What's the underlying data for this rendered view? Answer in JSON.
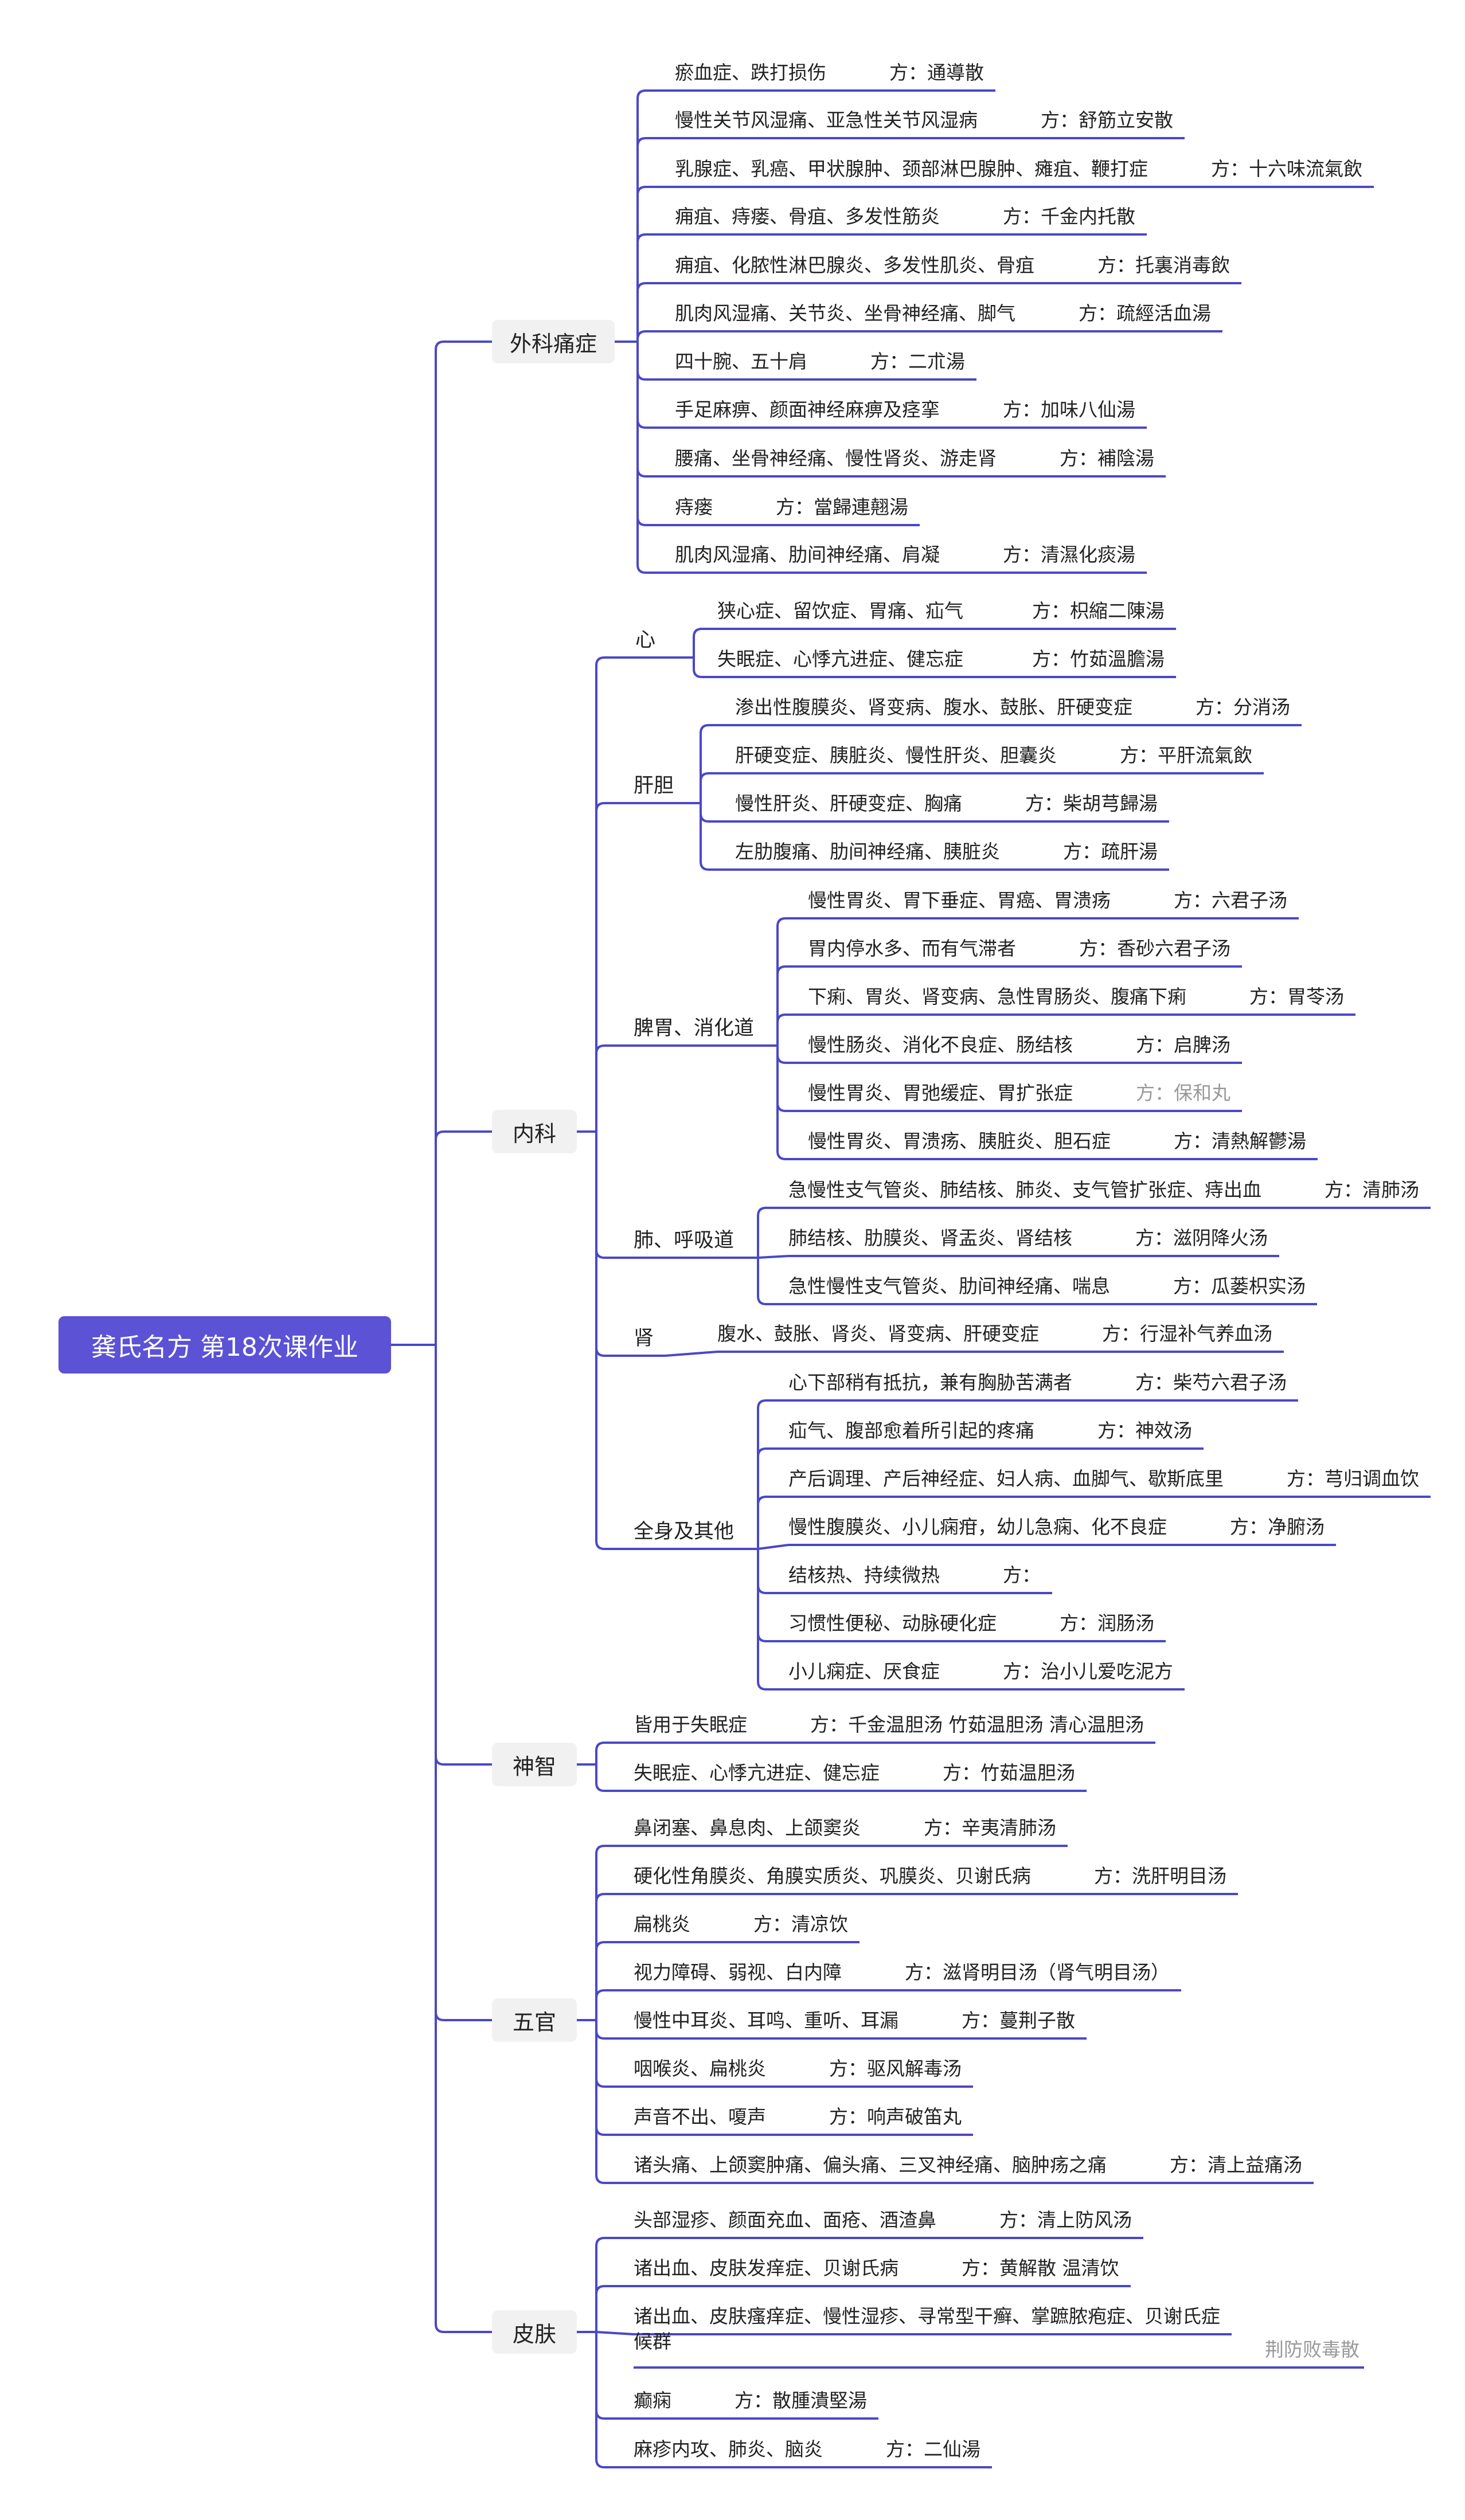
{
  "mindmap": {
    "root": "龚氏名方 第18次课作业",
    "line_color": "#4a47c9",
    "root_color": "#5b52d6",
    "categories": [
      {
        "label": "外科痛症",
        "items": [
          {
            "condition": "瘀血症、跌打损伤",
            "formula": "方：通導散"
          },
          {
            "condition": "慢性关节风湿痛、亚急性关节风湿病",
            "formula": "方：舒筋立安散"
          },
          {
            "condition": "乳腺症、乳癌、甲状腺肿、颈部淋巴腺肿、瘫疽、鞭打症",
            "formula": "方：十六味流氣飲"
          },
          {
            "condition": "痈疽、痔瘘、骨疽、多发性筋炎",
            "formula": "方：千金内托散"
          },
          {
            "condition": "痈疽、化脓性淋巴腺炎、多发性肌炎、骨疽",
            "formula": "方：托裏消毒飲"
          },
          {
            "condition": "肌肉风湿痛、关节炎、坐骨神经痛、脚气",
            "formula": "方：疏經活血湯"
          },
          {
            "condition": "四十腕、五十肩",
            "formula": "方：二朮湯"
          },
          {
            "condition": "手足麻痹、颜面神经麻痹及痉挛",
            "formula": "方：加味八仙湯"
          },
          {
            "condition": "腰痛、坐骨神经痛、慢性肾炎、游走肾",
            "formula": "方：補陰湯"
          },
          {
            "condition": "痔瘘",
            "formula": "方：當歸連翹湯"
          },
          {
            "condition": "肌肉风湿痛、肋间神经痛、肩凝",
            "formula": "方：清濕化痰湯"
          }
        ]
      },
      {
        "label": "内科",
        "subs": [
          {
            "label": "心",
            "items": [
              {
                "condition": "狭心症、留饮症、胃痛、疝气",
                "formula": "方：枳縮二陳湯"
              },
              {
                "condition": "失眠症、心悸亢进症、健忘症",
                "formula": "方：竹茹溫膽湯"
              }
            ]
          },
          {
            "label": "肝胆",
            "items": [
              {
                "condition": "渗出性腹膜炎、肾变病、腹水、鼓胀、肝硬变症",
                "formula": "方：分消汤"
              },
              {
                "condition": "肝硬变症、胰脏炎、慢性肝炎、胆囊炎",
                "formula": "方：平肝流氣飲"
              },
              {
                "condition": "慢性肝炎、肝硬变症、胸痛",
                "formula": "方：柴胡芎歸湯"
              },
              {
                "condition": "左肋腹痛、肋间神经痛、胰脏炎",
                "formula": "方：疏肝湯"
              }
            ]
          },
          {
            "label": "脾胃、消化道",
            "items": [
              {
                "condition": "慢性胃炎、胃下垂症、胃癌、胃溃疡",
                "formula": "方：六君子汤"
              },
              {
                "condition": "胃内停水多、而有气滞者",
                "formula": "方：香砂六君子汤"
              },
              {
                "condition": "下痢、胃炎、肾变病、急性胃肠炎、腹痛下痢",
                "formula": "方：胃苓汤"
              },
              {
                "condition": "慢性肠炎、消化不良症、肠结核",
                "formula": "方：启脾汤"
              },
              {
                "condition": "慢性胃炎、胃弛缓症、胃扩张症",
                "formula": "方：保和丸"
              },
              {
                "condition": "慢性胃炎、胃溃疡、胰脏炎、胆石症",
                "formula": "方：清熱解鬱湯"
              }
            ]
          },
          {
            "label": "肺、呼吸道",
            "items": [
              {
                "condition": "急慢性支气管炎、肺结核、肺炎、支气管扩张症、痔出血",
                "formula": "方：清肺汤"
              },
              {
                "condition": "肺结核、肋膜炎、肾盂炎、肾结核",
                "formula": "方：滋阴降火汤"
              },
              {
                "condition": "急性慢性支气管炎、肋间神经痛、喘息",
                "formula": "方：瓜蒌枳实汤"
              }
            ]
          },
          {
            "label": "肾",
            "items": [
              {
                "condition": "腹水、鼓胀、肾炎、肾变病、肝硬变症",
                "formula": "方：行湿补气养血汤"
              }
            ]
          },
          {
            "label": "全身及其他",
            "items": [
              {
                "condition": "心下部稍有抵抗，兼有胸胁苦满者",
                "formula": "方：柴芍六君子汤"
              },
              {
                "condition": "疝气、腹部愈着所引起的疼痛",
                "formula": "方：神效汤"
              },
              {
                "condition": "产后调理、产后神经症、妇人病、血脚气、歇斯底里",
                "formula": "方：芎归调血饮"
              },
              {
                "condition": "慢性腹膜炎、小儿痫疳，幼儿急痫、化不良症",
                "formula": "方：净腑汤"
              },
              {
                "condition": "结核热、持续微热",
                "formula": "方："
              },
              {
                "condition": "习惯性便秘、动脉硬化症",
                "formula": "方：润肠汤"
              },
              {
                "condition": "小儿痫症、厌食症",
                "formula": "方：治小儿爱吃泥方"
              }
            ]
          }
        ]
      },
      {
        "label": "神智",
        "items": [
          {
            "condition": "皆用于失眠症",
            "formula": "方：千金温胆汤 竹茹温胆汤 清心温胆汤"
          },
          {
            "condition": "失眠症、心悸亢进症、健忘症",
            "formula": "方：竹茹温胆汤"
          }
        ]
      },
      {
        "label": "五官",
        "items": [
          {
            "condition": "鼻闭塞、鼻息肉、上颌窦炎",
            "formula": "方：辛夷清肺汤"
          },
          {
            "condition": "硬化性角膜炎、角膜实质炎、巩膜炎、贝谢氏病",
            "formula": "方：洗肝明目汤"
          },
          {
            "condition": "扁桃炎",
            "formula": "方：清凉饮"
          },
          {
            "condition": "视力障碍、弱视、白内障",
            "formula": "方：滋肾明目汤（肾气明目汤）"
          },
          {
            "condition": "慢性中耳炎、耳鸣、重听、耳漏",
            "formula": "方：蔓荆子散"
          },
          {
            "condition": "咽喉炎、扁桃炎",
            "formula": "方：驱风解毒汤"
          },
          {
            "condition": "声音不出、嗄声",
            "formula": "方：响声破笛丸"
          },
          {
            "condition": "诸头痛、上颌窦肿痛、偏头痛、三叉神经痛、脑肿疡之痛",
            "formula": "方：清上益痛汤"
          }
        ]
      },
      {
        "label": "皮肤",
        "items": [
          {
            "condition": "头部湿疹、颜面充血、面疮、酒渣鼻",
            "formula": "方：清上防风汤"
          },
          {
            "condition": "诸出血、皮肤发痒症、贝谢氏病",
            "formula": "方：黄解散 温清饮"
          },
          {
            "condition": "诸出血、皮肤瘙痒症、慢性湿疹、寻常型干癣、掌蹠脓疱症、贝谢氏症",
            "condition2": "候群",
            "formula": "荆防败毒散"
          },
          {
            "condition": "癫痫",
            "formula": "方：散腫潰堅湯"
          },
          {
            "condition": "麻疹内攻、肺炎、脑炎",
            "formula": "方：二仙湯"
          }
        ]
      }
    ]
  }
}
